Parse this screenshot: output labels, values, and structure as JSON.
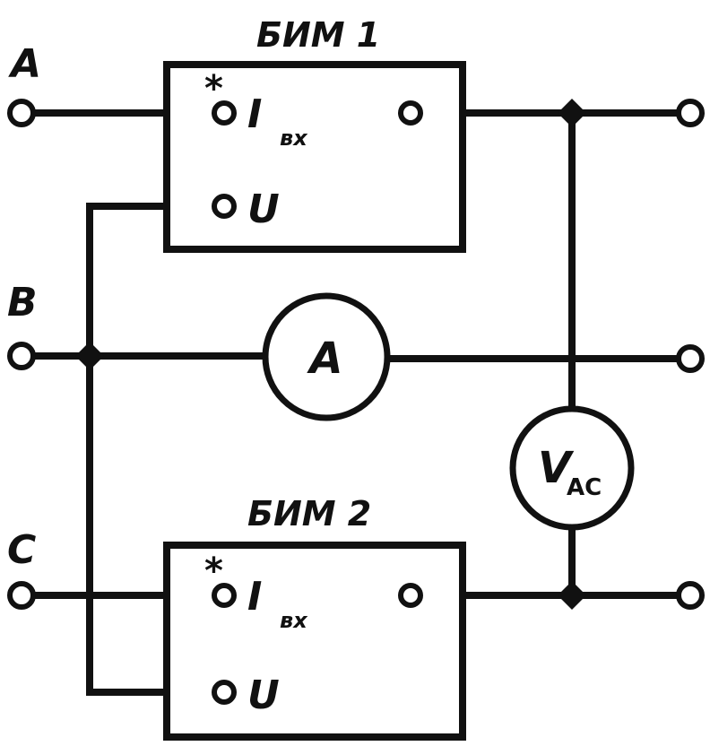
{
  "inputs": {
    "a": "A",
    "b": "B",
    "c": "C"
  },
  "block1": {
    "title": "БИМ 1",
    "current_input_label": "I",
    "current_input_subscript": "вх",
    "polarity_mark": "*",
    "voltage_input_label": "U"
  },
  "block2": {
    "title": "БИМ 2",
    "current_input_label": "I",
    "current_input_subscript": "вх",
    "polarity_mark": "*",
    "voltage_input_label": "U"
  },
  "ammeter": {
    "label": "A"
  },
  "voltmeter": {
    "label": "V",
    "subscript": "AC"
  }
}
